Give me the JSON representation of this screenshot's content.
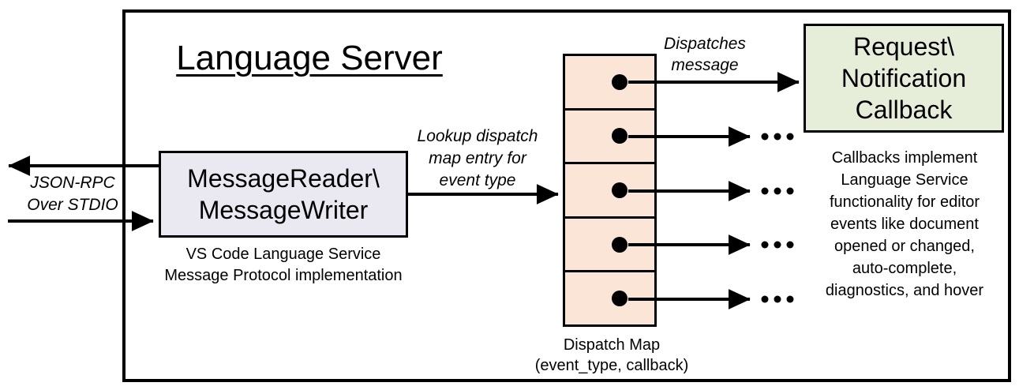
{
  "diagram": {
    "title": "Language Server",
    "stdio": {
      "label": "JSON-RPC\nOver STDIO"
    },
    "reader": {
      "label": "MessageReader\\\nMessageWriter",
      "caption": "VS Code Language Service\nMessage Protocol implementation"
    },
    "lookup_label": "Lookup dispatch\nmap entry for\nevent type",
    "dispatch_map": {
      "caption": "Dispatch Map\n(event_type, callback)",
      "cell_count": 5
    },
    "dispatch_label": "Dispatches\nmessage",
    "callback": {
      "label": "Request\\\nNotification\nCallback"
    },
    "note": "Callbacks implement\nLanguage Service\nfunctionality for editor\nevents like document\nopened or changed,\nauto-complete,\ndiagnostics, and hover",
    "icons": {
      "arrowhead": "solid black triangle arrow",
      "map_entry_dot": "filled black circle pointer origin",
      "ellipsis": "three dots = more callbacks"
    },
    "colors": {
      "line": "#000000",
      "border": "#000000",
      "reader_fill": "#eae8f1",
      "map_cell_fill": "#fbe5d6",
      "callback_fill": "#e6eeda"
    }
  }
}
